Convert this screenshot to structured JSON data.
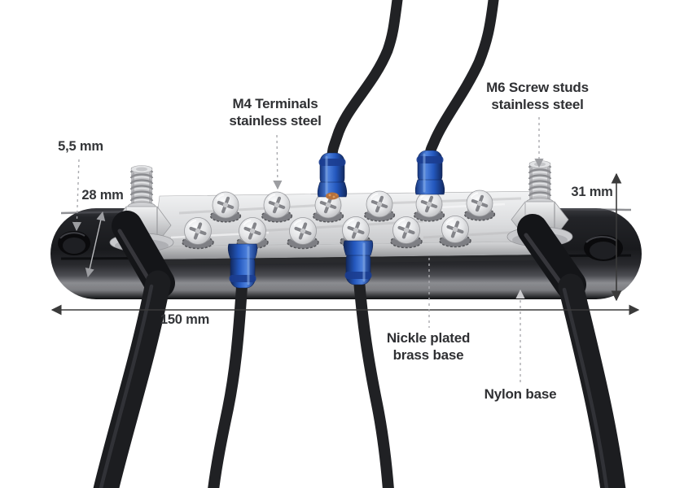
{
  "labels": {
    "hole_diameter": "5,5 mm",
    "base_edge_height": "28 mm",
    "overall_height": "31 mm",
    "overall_length": "150 mm",
    "m4_terminals_line1": "M4 Terminals",
    "m4_terminals_line2": "stainless steel",
    "m6_studs_line1": "M6 Screw studs",
    "m6_studs_line2": "stainless steel",
    "brass_base_line1": "Nickle plated",
    "brass_base_line2": "brass base",
    "nylon_base": "Nylon base"
  },
  "colors": {
    "annotation_text": "#2f3033",
    "terminal_lug_blue": "#2a5cc0",
    "nickel_plate": "#d9dadc",
    "nylon_base_black": "#1b1c1f",
    "background": "#ffffff"
  }
}
